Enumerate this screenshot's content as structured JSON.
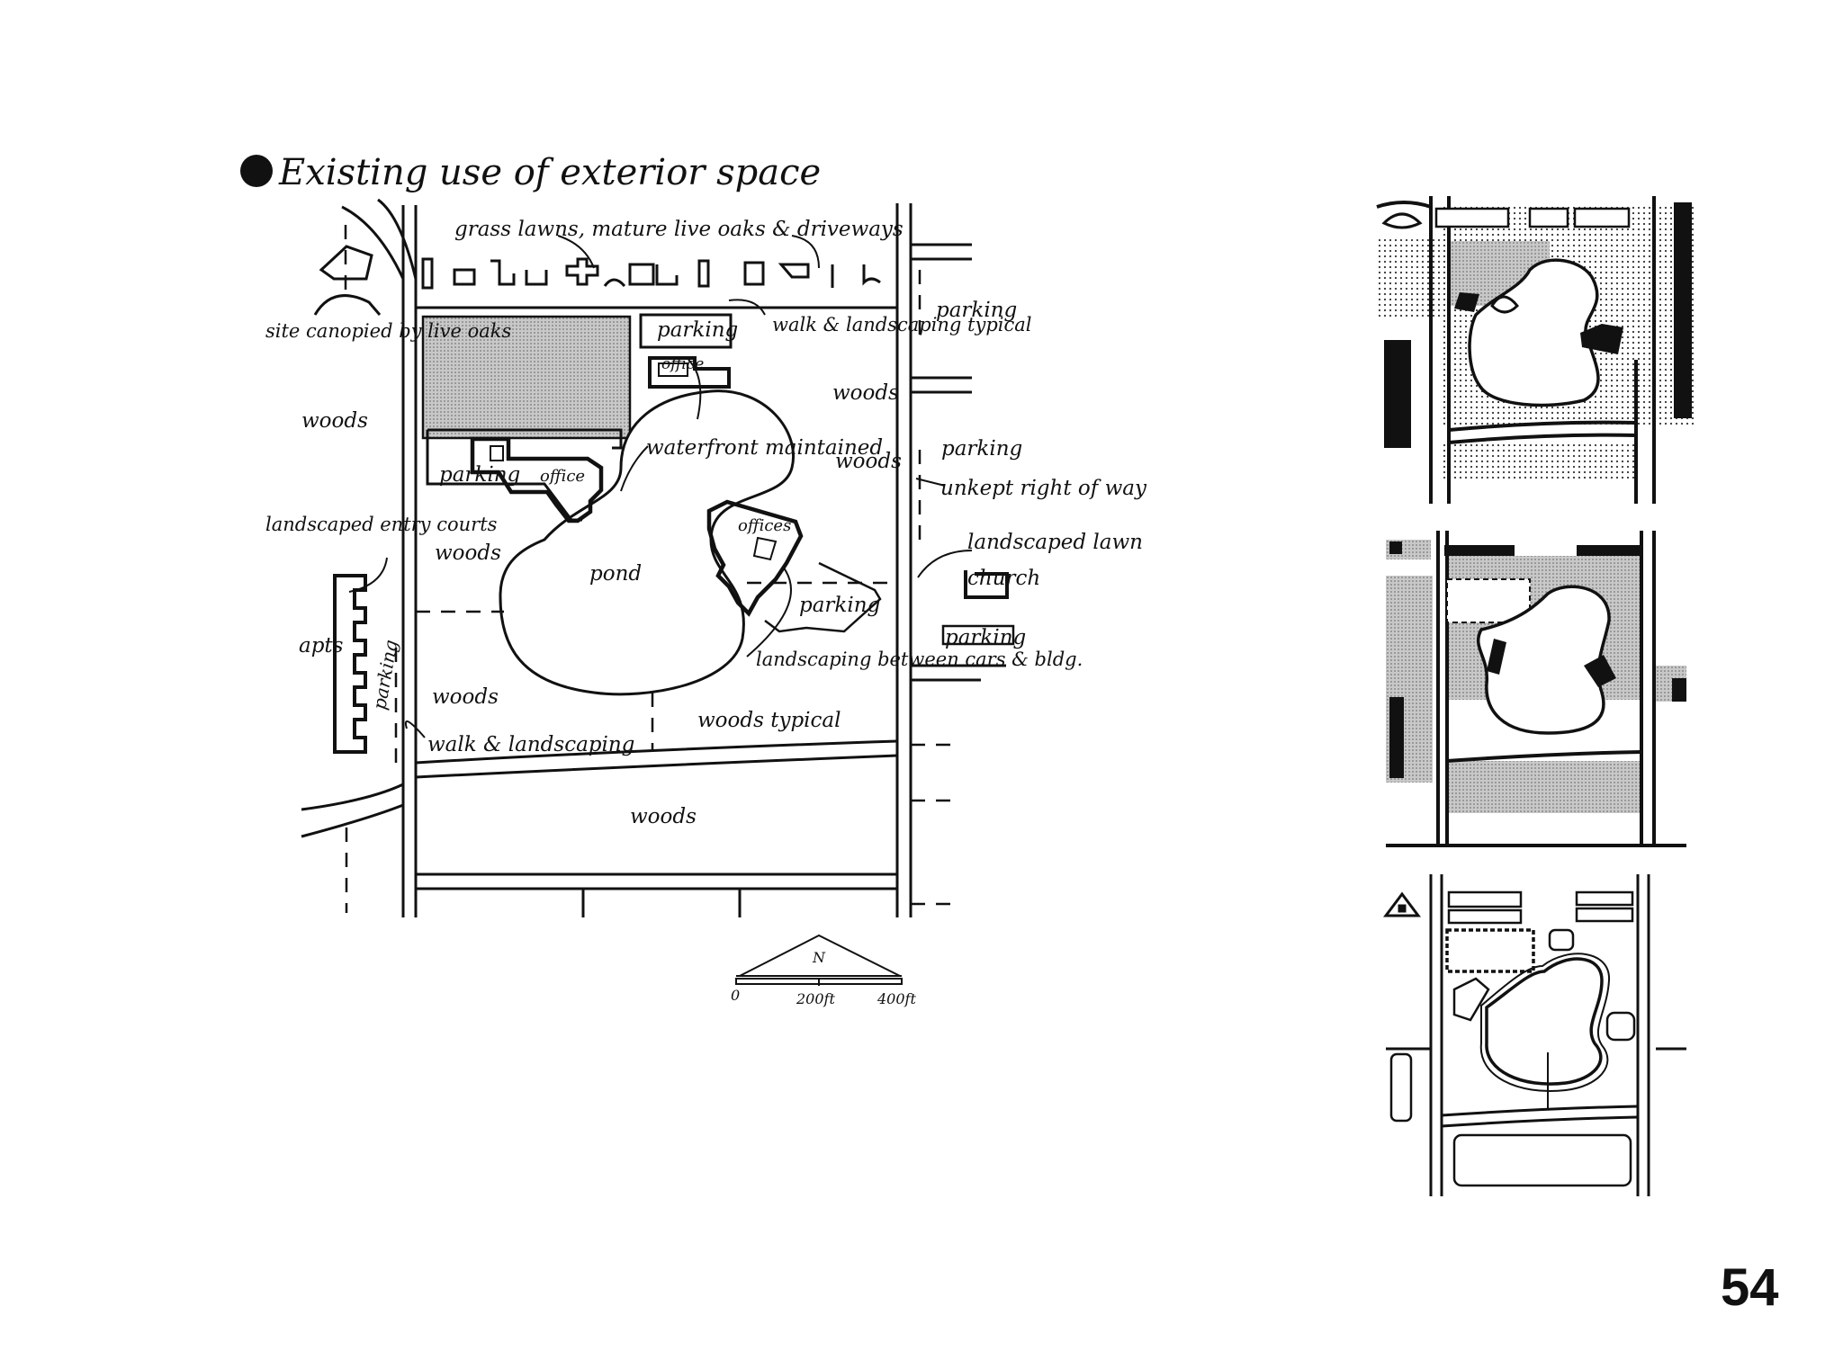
{
  "title": "Existing use of exterior space",
  "page_number": "54",
  "labels": {
    "grass": "grass lawns, mature live oaks & driveways",
    "parking_top": "parking",
    "walk_typical": "walk & landscaping typical",
    "office_top": "office",
    "parking_right_1": "parking",
    "site_canopied": "site canopied by live oaks",
    "woods_left": "woods",
    "woods_right_1": "woods",
    "waterfront": "waterfront maintained",
    "woods_right_2": "woods",
    "parking_right_2": "parking",
    "office_mid": "office",
    "parking_mid": "parking",
    "unkept": "unkept right of way",
    "landscaped_entry": "landscaped entry courts",
    "offices": "offices",
    "landscaped_lawn": "landscaped lawn",
    "woods_center": "woods",
    "pond": "pond",
    "church": "church",
    "parking_lower": "parking",
    "apts": "apts",
    "parking_right_3": "parking",
    "landscaping_between": "landscaping between cars & bldg.",
    "woods_lower_left": "woods",
    "parking_vertical": "parking",
    "woods_typical": "woods typical",
    "walk_landscaping": "walk & landscaping",
    "woods_bottom": "woods"
  },
  "scale": {
    "north": "N",
    "zero": "0",
    "mid": "200ft",
    "end": "400ft"
  }
}
